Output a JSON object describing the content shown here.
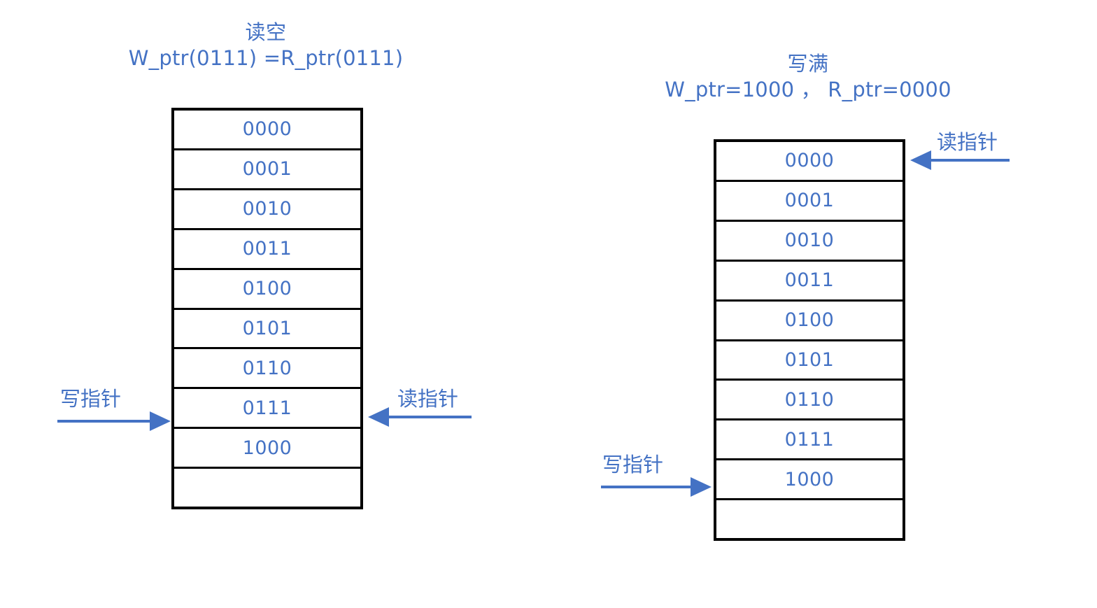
{
  "diagram": {
    "accent_color": "#4472C4",
    "line_color": "#000000",
    "figures": [
      {
        "id": "read-empty",
        "title": "读空",
        "subtitle": "W_ptr(0111) =R_ptr(0111)",
        "cells": [
          "0000",
          "0001",
          "0010",
          "0011",
          "0100",
          "0101",
          "0110",
          "0111",
          "1000",
          ""
        ],
        "write_pointer": {
          "label": "写指针",
          "direction": "right",
          "target_cell": "0111"
        },
        "read_pointer": {
          "label": "读指针",
          "direction": "left",
          "target_cell": "0111"
        }
      },
      {
        "id": "write-full",
        "title": "写满",
        "subtitle": "W_ptr=1000 ， R_ptr=0000",
        "cells": [
          "0000",
          "0001",
          "0010",
          "0011",
          "0100",
          "0101",
          "0110",
          "0111",
          "1000",
          ""
        ],
        "write_pointer": {
          "label": "写指针",
          "direction": "right",
          "target_cell": "1000"
        },
        "read_pointer": {
          "label": "读指针",
          "direction": "left",
          "target_cell": "0000"
        }
      }
    ]
  }
}
